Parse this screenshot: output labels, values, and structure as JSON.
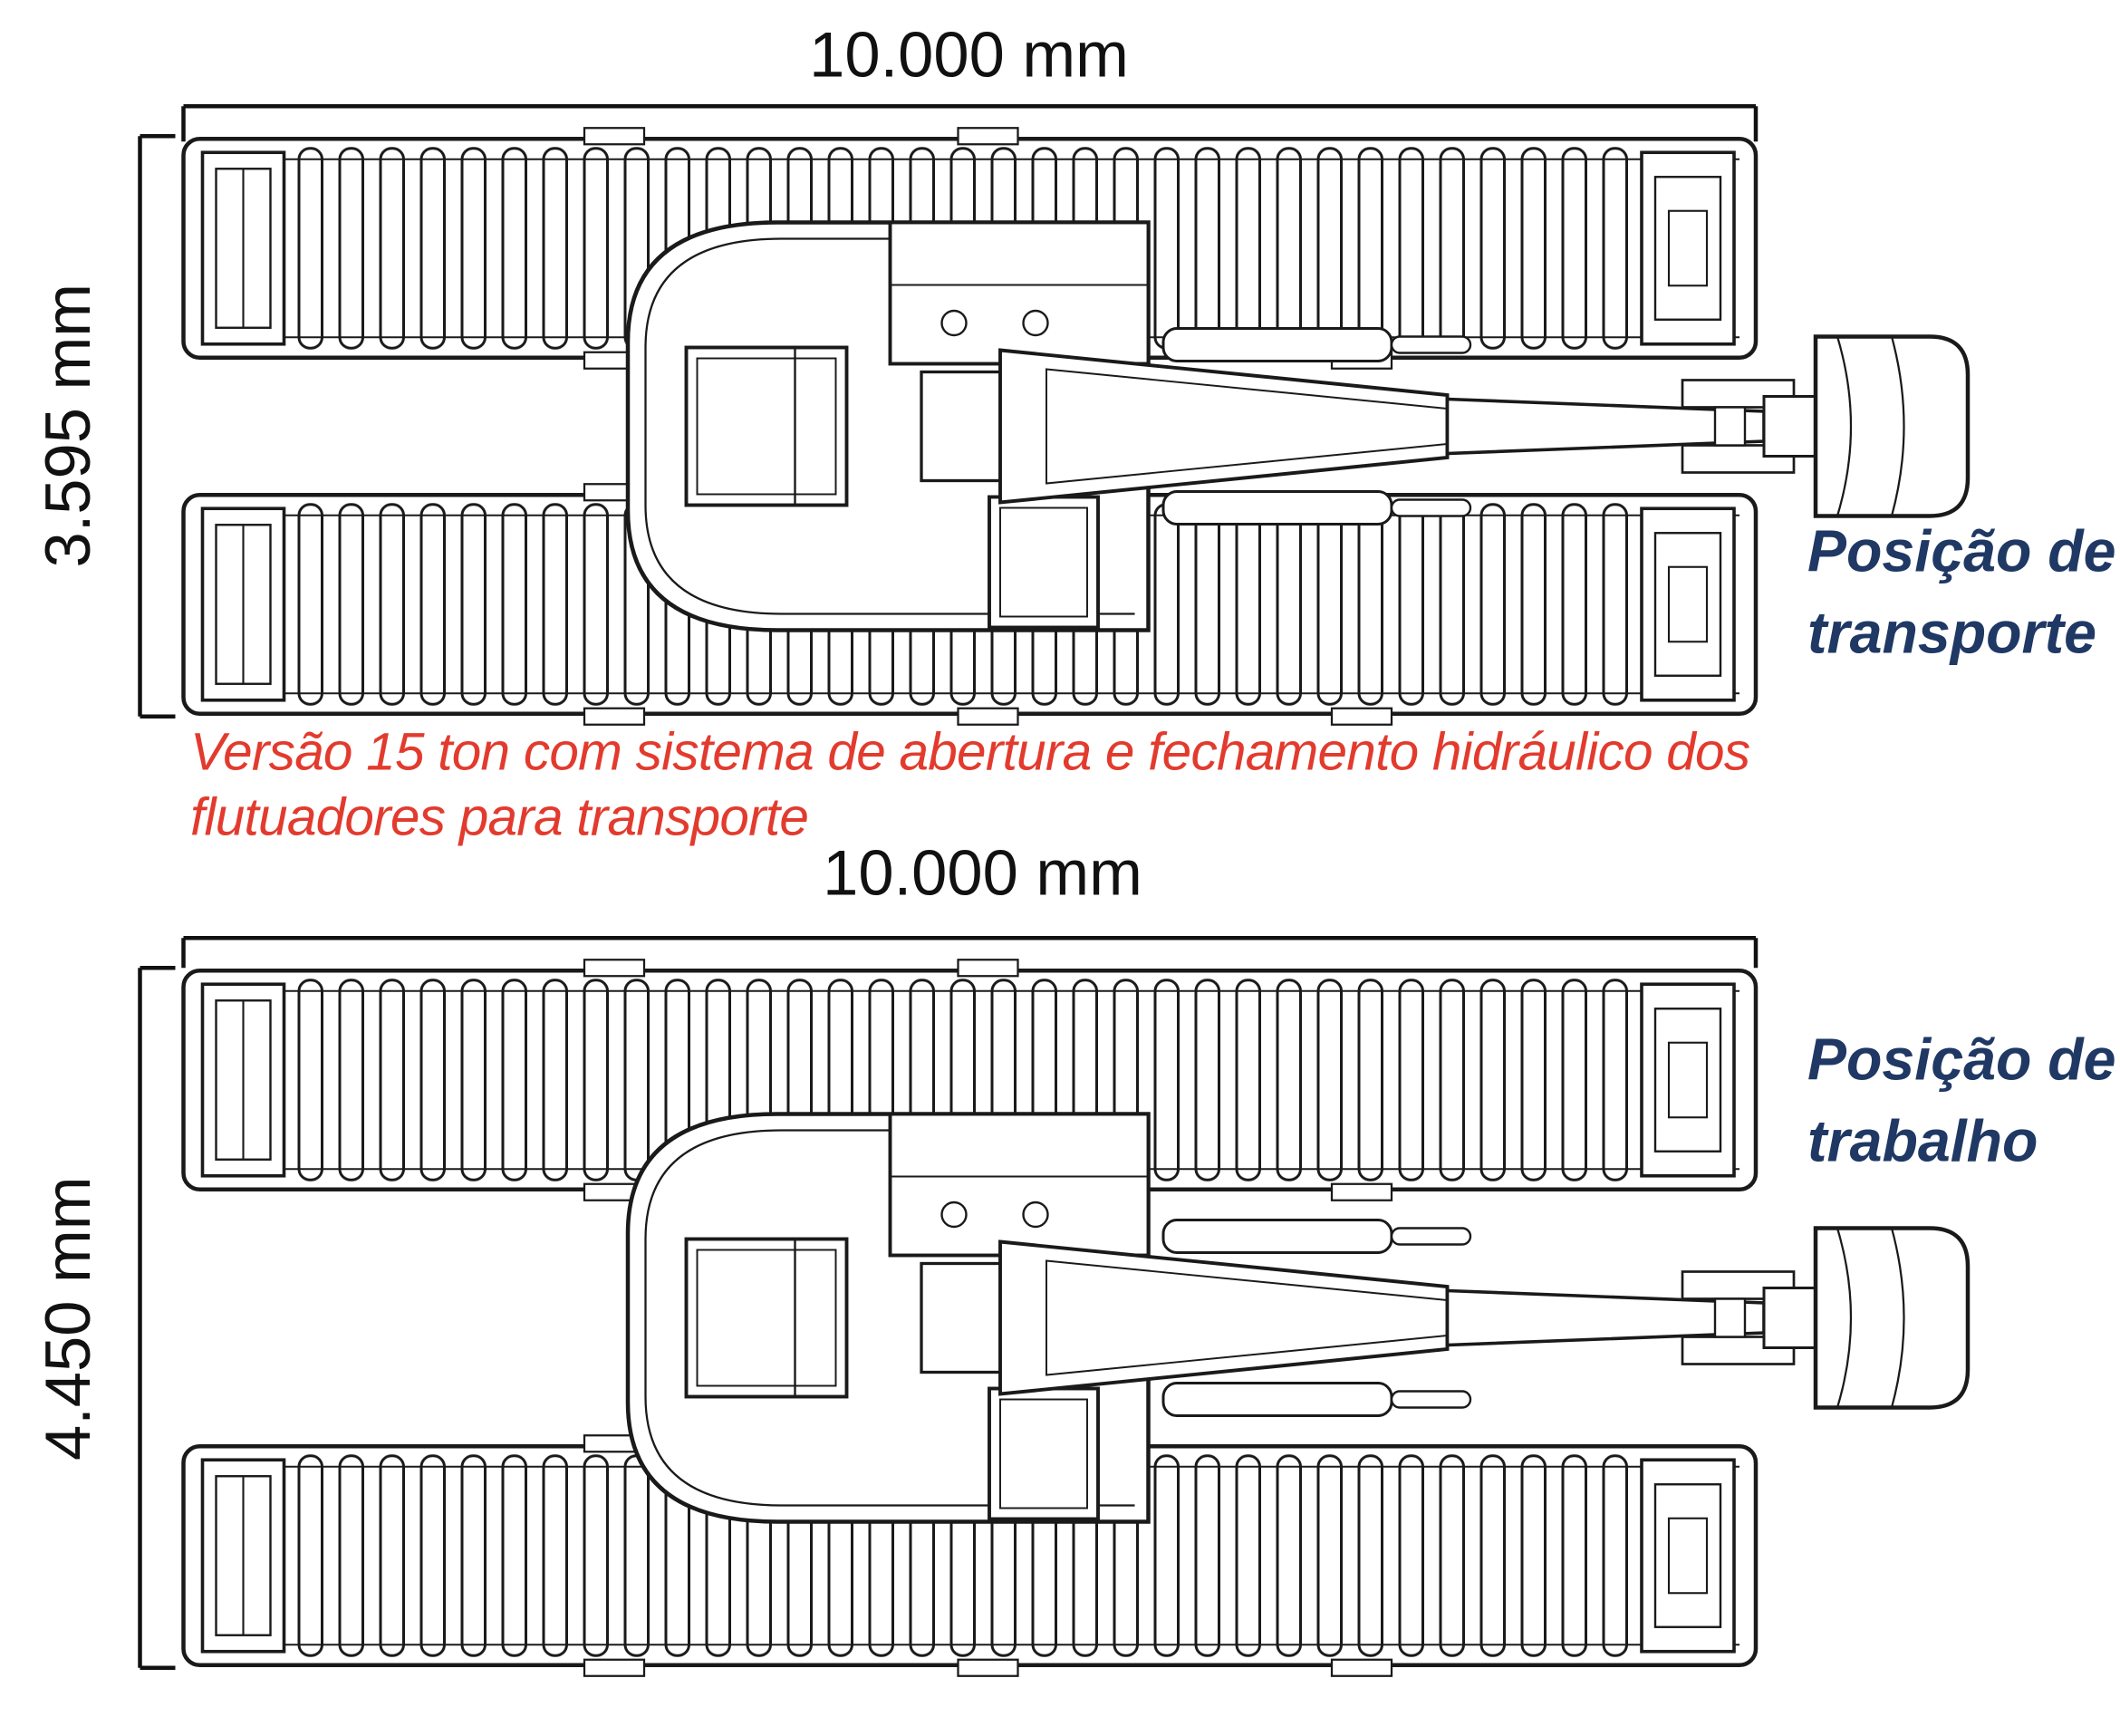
{
  "views": [
    {
      "name": "transport",
      "width_label": "10.000 mm",
      "height_label": "3.595 mm",
      "position_line1": "Posição de",
      "position_line2": "transporte"
    },
    {
      "name": "work",
      "width_label": "10.000 mm",
      "height_label": "4.450 mm",
      "position_line1": "Posição de",
      "position_line2": "trabalho"
    }
  ],
  "caption": {
    "line1": "Versão  15 ton com sistema de abertura e fechamento hidráulico dos",
    "line2": "flutuadores para transporte"
  },
  "colors": {
    "line": "#1a1a1a",
    "label_navy": "#1f3864",
    "caption_red": "#e23b2e",
    "background": "#ffffff"
  }
}
